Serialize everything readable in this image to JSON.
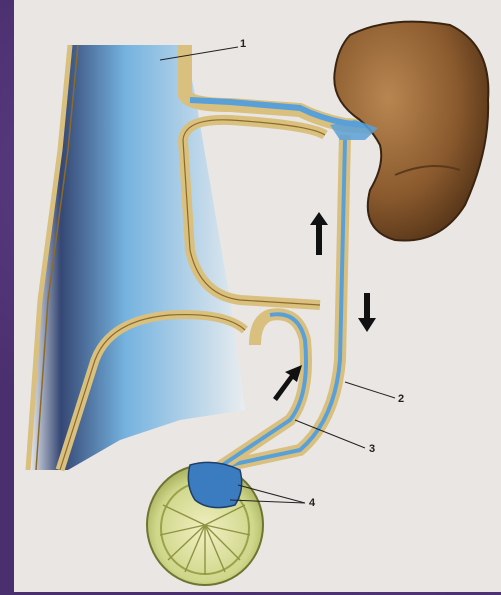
{
  "labels": {
    "l1": "1",
    "l2": "2",
    "l3": "3",
    "l4": "4"
  },
  "colors": {
    "background": "#4a2f6e",
    "panel": "#e9e6e4",
    "vessel_wall": "#d9c07e",
    "blood": "#5aa0d8",
    "kidney": "#8a5a2e",
    "testis": "#cfd78a"
  }
}
